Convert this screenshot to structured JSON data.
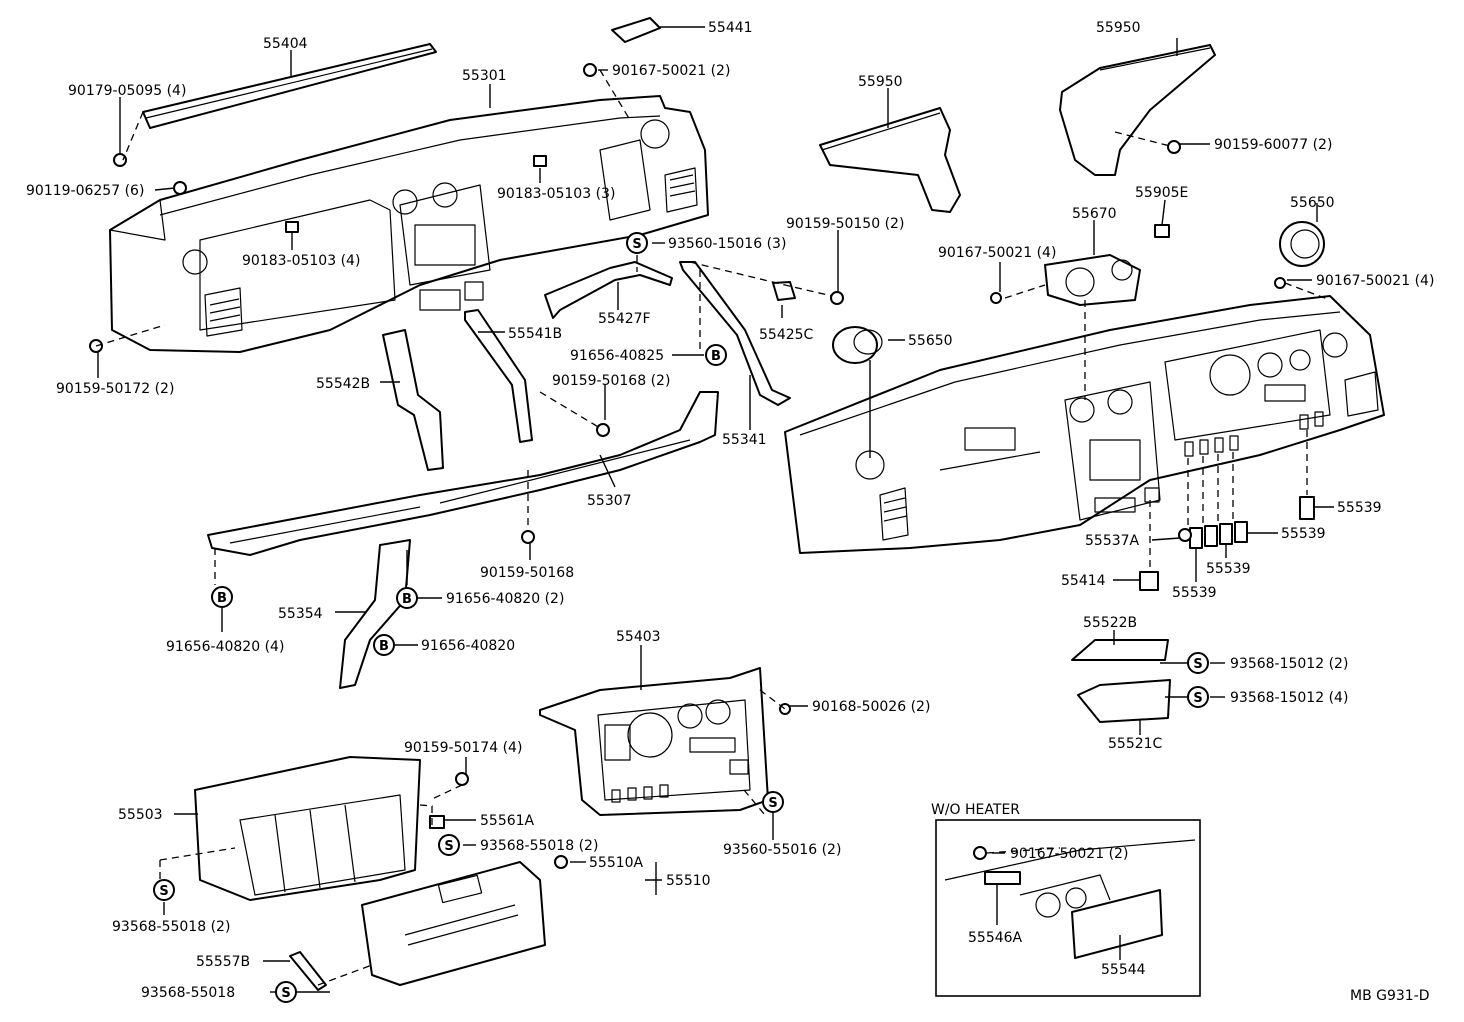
{
  "labels": {
    "p55404": "55404",
    "p90179_05095": "90179-05095 (4)",
    "p90119_06257": "90119-06257 (6)",
    "p55301": "55301",
    "p55441": "55441",
    "p90167_50021_top": "90167-50021 (2)",
    "p90183_05103_3": "90183-05103 (3)",
    "p90183_05103_4": "90183-05103 (4)",
    "p90159_50172": "90159-50172 (2)",
    "p93560_15016": "93560-15016 (3)",
    "p55541b": "55541B",
    "p55427f": "55427F",
    "p55542b": "55542B",
    "p91656_40825": "91656-40825",
    "p90159_50168_2": "90159-50168 (2)",
    "p55341": "55341",
    "p55307": "55307",
    "p90159_50168": "90159-50168",
    "p55354": "55354",
    "p91656_40820_2": "91656-40820 (2)",
    "p91656_40820_4": "91656-40820 (4)",
    "p91656_40820": "91656-40820",
    "p55950_a": "55950",
    "p55950_b": "55950",
    "p90159_60077": "90159-60077 (2)",
    "p90159_50150": "90159-50150 (2)",
    "p55425c": "55425C",
    "p55650_a": "55650",
    "p55670": "55670",
    "p55905e": "55905E",
    "p90167_50021_4a": "90167-50021 (4)",
    "p55650_b": "55650",
    "p90167_50021_4b": "90167-50021 (4)",
    "p55539_a": "55539",
    "p55537a": "55537A",
    "p55539_b": "55539",
    "p55539_c": "55539",
    "p55539_d": "55539",
    "p55414": "55414",
    "p55522b": "55522B",
    "p93568_15012_2": "93568-15012 (2)",
    "p93568_15012_4": "93568-15012 (4)",
    "p55521c": "55521C",
    "p55403": "55403",
    "p90168_50026": "90168-50026 (2)",
    "p93560_55016": "93560-55016 (2)",
    "p90159_50174": "90159-50174 (4)",
    "p55503": "55503",
    "p55561a": "55561A",
    "p93568_55018_2a": "93568-55018 (2)",
    "p55510a": "55510A",
    "p55510": "55510",
    "p93568_55018_2b": "93568-55018 (2)",
    "p55557b": "55557B",
    "p93568_55018": "93568-55018",
    "wo_heater": "W/O HEATER",
    "p90167_50021_wo": "90167-50021 (2)",
    "p55546a": "55546A",
    "p55544": "55544",
    "ref": "MB G931-D"
  },
  "markers": {
    "s": "S",
    "b": "B"
  }
}
